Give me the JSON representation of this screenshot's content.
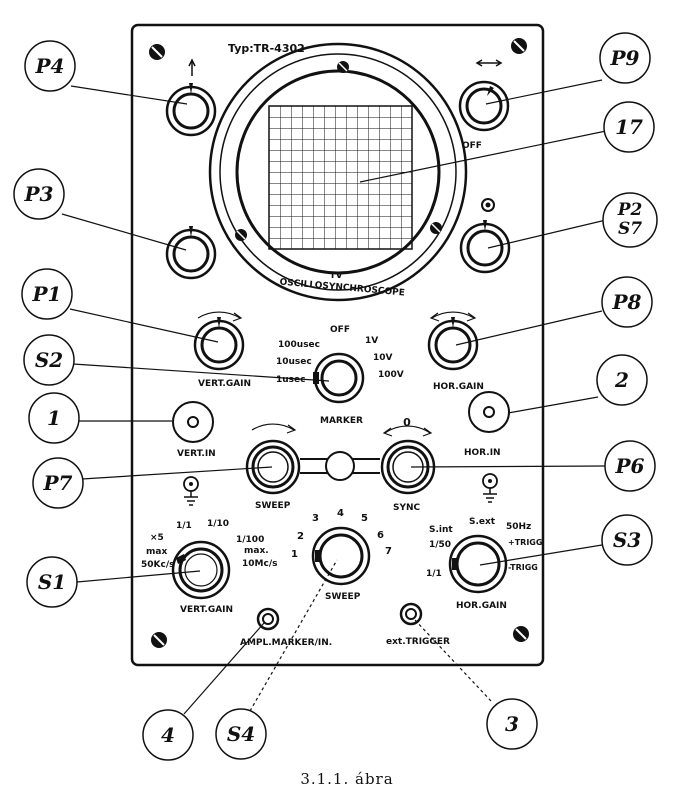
{
  "panel": {
    "type_label": "Typ:TR-4302",
    "crt_label_1": "TV",
    "crt_label_2": "OSCILLOSYNCHROSCOPE"
  },
  "labels": {
    "p9_off": "OFF",
    "vert_gain_top": "VERT.GAIN",
    "hor_gain_top": "HOR.GAIN",
    "marker": "MARKER",
    "marker_off": "OFF",
    "marker_100us": "100usec",
    "marker_10us": "10usec",
    "marker_1us": "1usec",
    "marker_1v": "1V",
    "marker_10v": "10V",
    "marker_100v": "100V",
    "vert_in": "VERT.IN",
    "hor_in": "HOR.IN",
    "sweep_top": "SWEEP",
    "sync": "SYNC",
    "sync_zero": "0",
    "att_1_1": "1/1",
    "att_1_10": "1/10",
    "att_1_100": "1/100",
    "att_x5": "×5",
    "att_max": "max",
    "att_50": "50Kc/s",
    "att_max2": "max.",
    "att_10mc": "10Mc/s",
    "vert_gain_bottom": "VERT.GAIN",
    "sw_1": "1",
    "sw_2": "2",
    "sw_3": "3",
    "sw_4": "4",
    "sw_5": "5",
    "sw_6": "6",
    "sw_7": "7",
    "sweep_bottom": "SWEEP",
    "trig_sint": "S.int",
    "trig_sext": "S.ext",
    "trig_50hz": "50Hz",
    "trig_150": "1/50",
    "trig_11": "1/1",
    "trig_plus": "+TRIGG",
    "trig_minus": "-TRIGG",
    "hor_gain_bottom": "HOR.GAIN",
    "ampl_marker": "AMPL.MARKER/IN.",
    "ext_trigger": "ext.TRIGGER"
  },
  "callouts": {
    "p4": "P4",
    "p9": "P9",
    "p3": "P3",
    "n17": "17",
    "p2": "P2",
    "s7": "S7",
    "p1": "P1",
    "p8": "P8",
    "s2": "S2",
    "n2": "2",
    "n1": "1",
    "p7": "P7",
    "p6": "P6",
    "s1": "S1",
    "s3": "S3",
    "n4": "4",
    "s4": "S4",
    "n3": "3"
  },
  "caption": "3.1.1. ábra"
}
